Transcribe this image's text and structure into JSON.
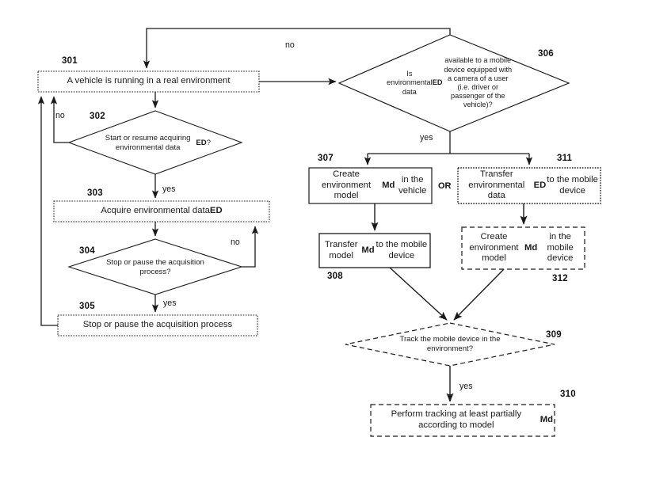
{
  "diagram": {
    "title": "Flowchart for environmental data acquisition and mobile device tracking",
    "nodes": {
      "n301": {
        "ref": "301",
        "text": "A vehicle is running in a real environment",
        "shape": "box",
        "border": "dotted"
      },
      "n302": {
        "ref": "302",
        "text": "Start or resume acquiring environmental data ED?",
        "shape": "diamond",
        "border": "solid"
      },
      "n303": {
        "ref": "303",
        "text": "Acquire environmental data ED",
        "shape": "box",
        "border": "dotted"
      },
      "n304": {
        "ref": "304",
        "text": "Stop or pause the acquisition process?",
        "shape": "diamond",
        "border": "solid"
      },
      "n305": {
        "ref": "305",
        "text": "Stop or pause the acquisition process",
        "shape": "box",
        "border": "dotted"
      },
      "n306": {
        "ref": "306",
        "text": "Is environmental data ED available to a mobile device equipped with a camera of a user (i.e. driver or passenger of the vehicle)?",
        "shape": "diamond",
        "border": "solid"
      },
      "n307": {
        "ref": "307",
        "text": "Create environment model Md in the vehicle",
        "shape": "box",
        "border": "solid"
      },
      "n308": {
        "ref": "308",
        "text": "Transfer model Md to the mobile device",
        "shape": "box",
        "border": "solid"
      },
      "n309": {
        "ref": "309",
        "text": "Track the mobile device in the environment?",
        "shape": "diamond",
        "border": "dashed"
      },
      "n310": {
        "ref": "310",
        "text": "Perform tracking at least partially according to model Md",
        "shape": "box",
        "border": "dashed"
      },
      "n311": {
        "ref": "311",
        "text": "Transfer environmental data ED to the mobile device",
        "shape": "box",
        "border": "dotted"
      },
      "n312": {
        "ref": "312",
        "text": "Create environment model Md in the mobile device",
        "shape": "box",
        "border": "dashed"
      }
    },
    "edge_labels": {
      "no_306": "no",
      "no_302": "no",
      "yes_302": "yes",
      "no_304": "no",
      "yes_304": "yes",
      "yes_306": "yes",
      "yes_309": "yes"
    },
    "or_label": "OR",
    "colors": {
      "stroke": "#1a1a1a",
      "text": "#1a1a1a",
      "background": "#ffffff"
    }
  }
}
